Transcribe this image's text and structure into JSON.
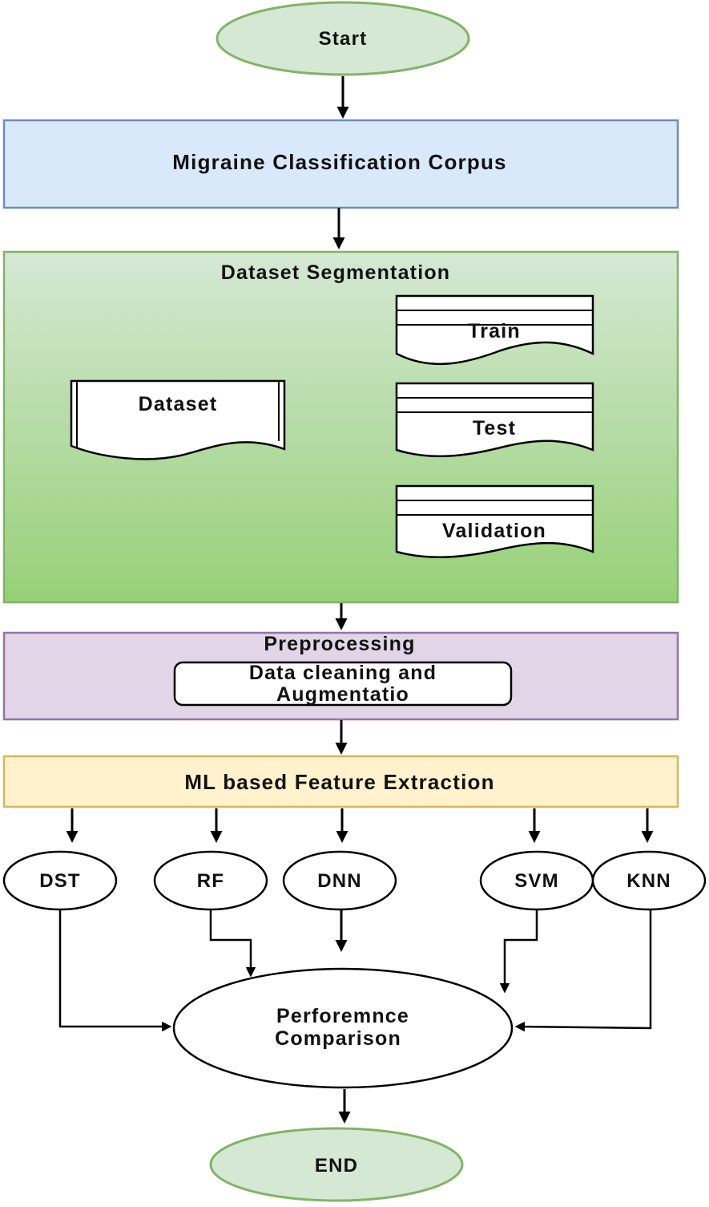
{
  "start": {
    "label": "Start"
  },
  "corpus": {
    "label": "Migraine Classification Corpus"
  },
  "segmentation": {
    "title": "Dataset Segmentation",
    "dataset_label": "Dataset",
    "train_label": "Train",
    "test_label": "Test",
    "validation_label": "Validation"
  },
  "preprocessing": {
    "title": "Preprocessing",
    "line1": "Data cleaning and",
    "line2": "Augmentatio"
  },
  "feature_extraction": {
    "label": "ML based Feature Extraction"
  },
  "models": {
    "dst": "DST",
    "rf": "RF",
    "dnn": "DNN",
    "svm": "SVM",
    "knn": "KNN"
  },
  "comparison": {
    "line1": "Perforemnce",
    "line2": "Comparison"
  },
  "end": {
    "label": "END"
  },
  "colors": {
    "terminal_fill": "#d5e8d4",
    "terminal_stroke": "#82b366",
    "corpus_fill": "#dae8fc",
    "corpus_stroke": "#6c8ebf",
    "segmentation_top": "#d5e8d4",
    "segmentation_bottom": "#97d077",
    "preprocessing_fill": "#e1d5e7",
    "preprocessing_stroke": "#9673a6",
    "feature_fill": "#fff2cc",
    "feature_stroke": "#d6b656"
  }
}
